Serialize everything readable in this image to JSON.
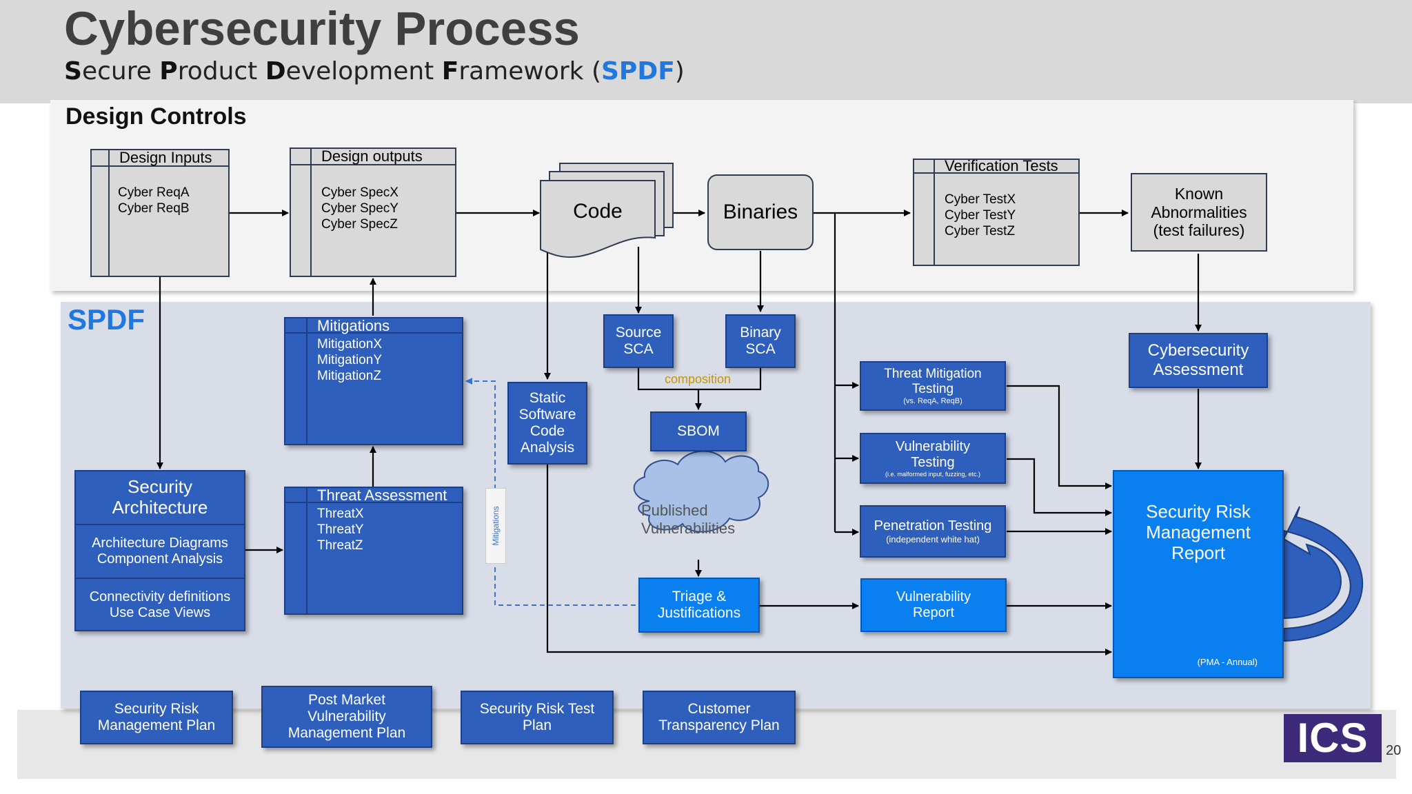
{
  "slide": {
    "title": "Cybersecurity Process",
    "subtitle_parts": [
      "S",
      "ecure ",
      "P",
      "roduct ",
      "D",
      "evelopment ",
      "F",
      "ramework (",
      "SPDF",
      ")"
    ],
    "page_number": "20"
  },
  "design_controls": {
    "title": "Design Controls",
    "design_inputs": {
      "header": "Design Inputs",
      "body": "Cyber ReqA\nCyber ReqB"
    },
    "design_outputs": {
      "header": "Design outputs",
      "body": "Cyber SpecX\nCyber SpecY\nCyber SpecZ"
    },
    "code": "Code",
    "binaries": "Binaries",
    "verification_tests": {
      "header": "Verification Tests",
      "body": "Cyber TestX\nCyber TestY\nCyber TestZ"
    },
    "known_abnormalities": "Known\nAbnormalities\n(test failures)"
  },
  "spdf": {
    "title": "SPDF",
    "mitigations": {
      "header": "Mitigations",
      "body": "MitigationX\nMitigationY\nMitigationZ"
    },
    "threat_assessment": {
      "header": "Threat Assessment",
      "body": "ThreatX\nThreatY\nThreatZ"
    },
    "security_architecture": {
      "title": "Security\nArchitecture",
      "row1": "Architecture Diagrams\nComponent Analysis",
      "row2": "Connectivity definitions\nUse Case Views"
    },
    "mitigations_side_label": "Mitigations",
    "static_analysis": "Static\nSoftware\nCode\nAnalysis",
    "source_sca": "Source\nSCA",
    "binary_sca": "Binary\nSCA",
    "composition": "composition",
    "sbom": "SBOM",
    "published_vulnerabilities": "Published\nVulnerabilities",
    "triage": "Triage &\nJustifications",
    "threat_mitigation_testing": {
      "title": "Threat Mitigation\nTesting",
      "note": "(vs. ReqA, ReqB)"
    },
    "vulnerability_testing": {
      "title": "Vulnerability\nTesting",
      "note": "(i.e. malformed input, fuzzing, etc.)"
    },
    "penetration_testing": {
      "title": "Penetration Testing",
      "note": "(independent white hat)"
    },
    "vulnerability_report": "Vulnerability\nReport",
    "cybersecurity_assessment": "Cybersecurity\nAssessment",
    "security_risk_report": {
      "title": "Security Risk\nManagement\nReport",
      "note": "(PMA - Annual)"
    }
  },
  "plans": [
    "Security Risk\nManagement Plan",
    "Post Market\nVulnerability\nManagement Plan",
    "Security Risk Test\nPlan",
    "Customer\nTransparency Plan"
  ],
  "logo": {
    "text": "ICS"
  },
  "colors": {
    "accent": "#1f78e0",
    "box_blue": "#2f5fbd",
    "bright_blue": "#0a80f0",
    "logo_purple": "#3d2a7a",
    "composition_text": "#c79500"
  }
}
